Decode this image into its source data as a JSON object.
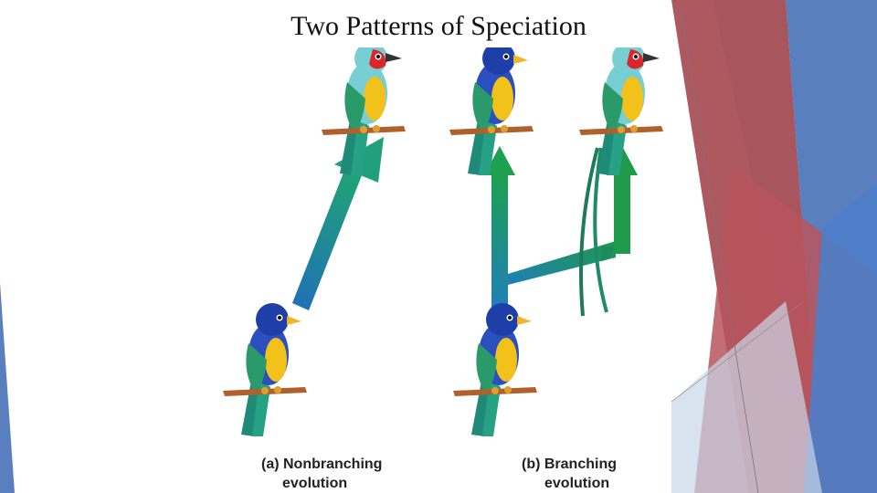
{
  "title": "Two Patterns of Speciation",
  "captions": {
    "nonbranching_line1": "(a) Nonbranching",
    "nonbranching_line2": "evolution",
    "branching_line1": "(b) Branching",
    "branching_line2": "evolution"
  },
  "colors": {
    "blue_bird_head": "#1f3fa8",
    "blue_bird_body": "#2b4fbf",
    "teal_bird_head": "#78cfd3",
    "red_face": "#d8262b",
    "yellow_breast": "#f2c21a",
    "wing_green": "#2a9a6a",
    "beak": "#f0b429",
    "branch": "#b0602a",
    "arrow_blue": "#1f7fb8",
    "arrow_green": "#1e9a4a",
    "deco_red": "#a5474f",
    "deco_blue": "#5a7fbf",
    "deco_light": "#c9d7ea"
  },
  "icons": [
    "bird-blue-icon",
    "bird-teal-icon",
    "arrow-up-icon",
    "branch-arrow-icon"
  ]
}
